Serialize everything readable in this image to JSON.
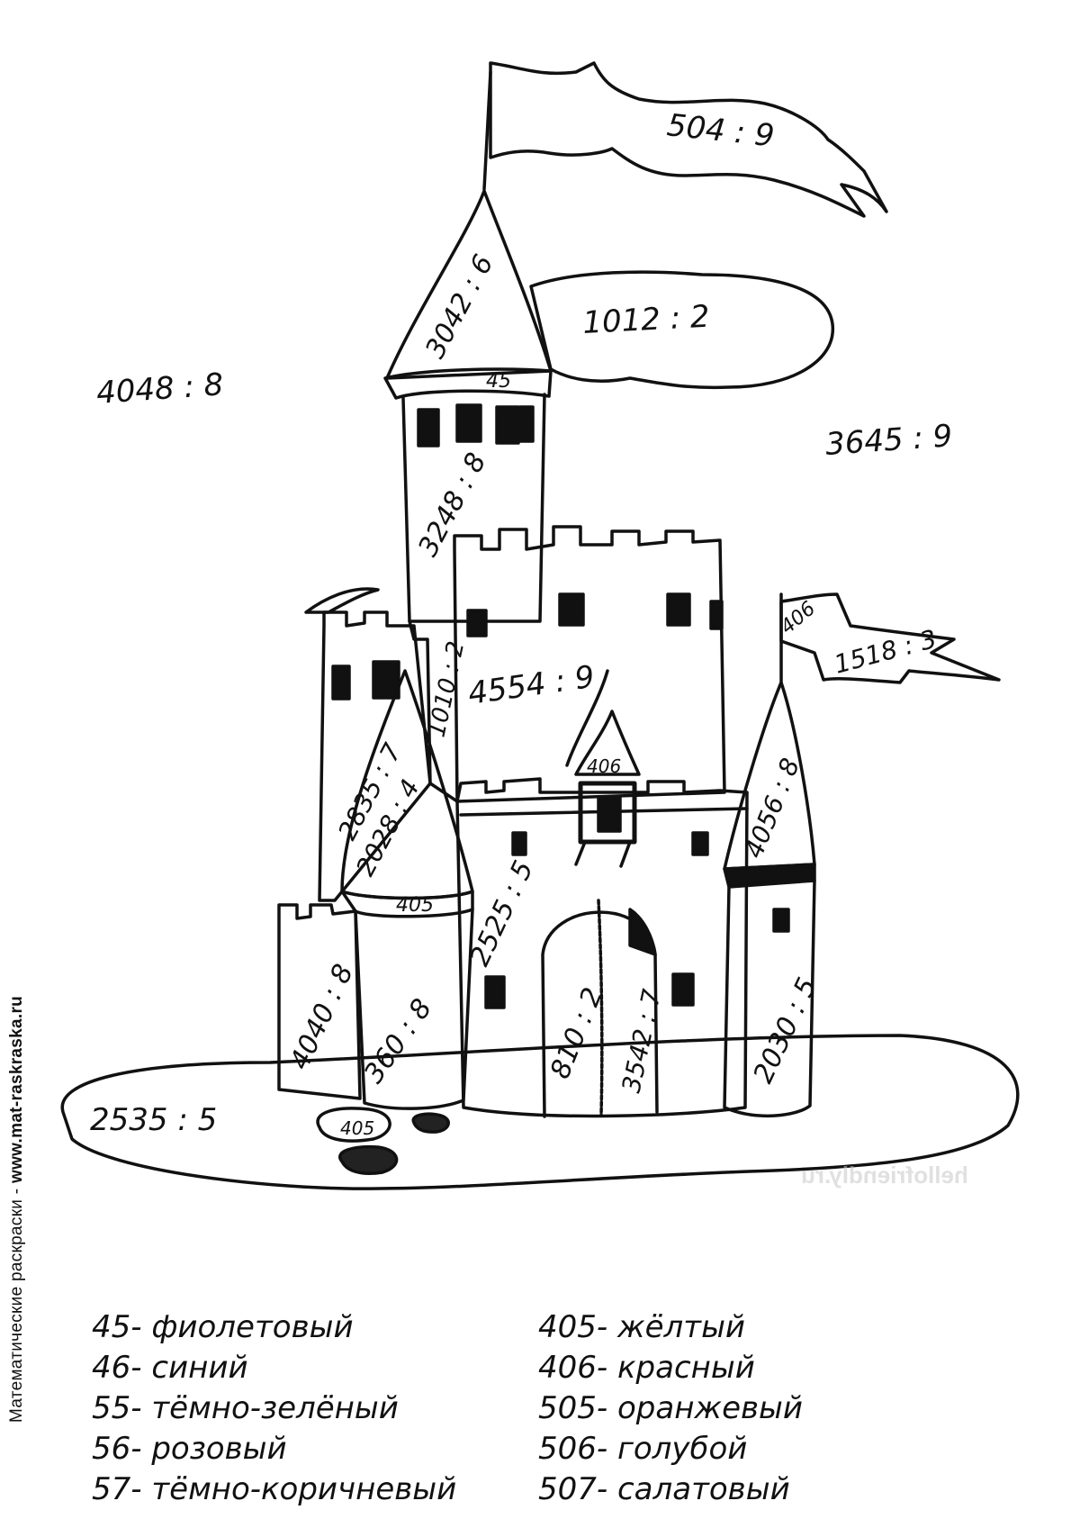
{
  "side_credit": {
    "text": "Математические раскраски - ",
    "site": "www.mat-raskraska.ru"
  },
  "watermark": "hellofriendly.ru",
  "problems": {
    "flag_top": "504 : 9",
    "spire_top": "3042 : 6",
    "cloud": "1012 : 2",
    "tower_band": "45",
    "sky_left": "4048 : 8",
    "sky_right": "3645 : 9",
    "tower_body": "3248 : 8",
    "right_flag_tag": "406",
    "right_flag": "1518 : 3",
    "keep_wall": "4554 : 9",
    "small_tower": "1010 : 2",
    "left_tower": "2835 : 7",
    "left_cone": "2028 : 4",
    "balcony": "406",
    "right_cone": "4056 : 8",
    "left_band": "405",
    "front_wall": "2525 : 5",
    "low_wall": "4040 : 8",
    "left_round_tower": "360 : 8",
    "gate_left": "810 : 2",
    "gate_right": "3542 : 7",
    "right_round_tower": "2030 : 5",
    "ground": "2535 : 5",
    "stone": "405"
  },
  "legend": {
    "left": [
      {
        "code": "45",
        "color_name": "фиолетовый"
      },
      {
        "code": "46",
        "color_name": "синий"
      },
      {
        "code": "55",
        "color_name": "тёмно-зелёный"
      },
      {
        "code": "56",
        "color_name": "розовый"
      },
      {
        "code": "57",
        "color_name": "тёмно-коричневый"
      }
    ],
    "right": [
      {
        "code": "405",
        "color_name": "жёлтый"
      },
      {
        "code": "406",
        "color_name": "красный"
      },
      {
        "code": "505",
        "color_name": "оранжевый"
      },
      {
        "code": "506",
        "color_name": "голубой"
      },
      {
        "code": "507",
        "color_name": "салатовый"
      }
    ],
    "separator": "- "
  }
}
